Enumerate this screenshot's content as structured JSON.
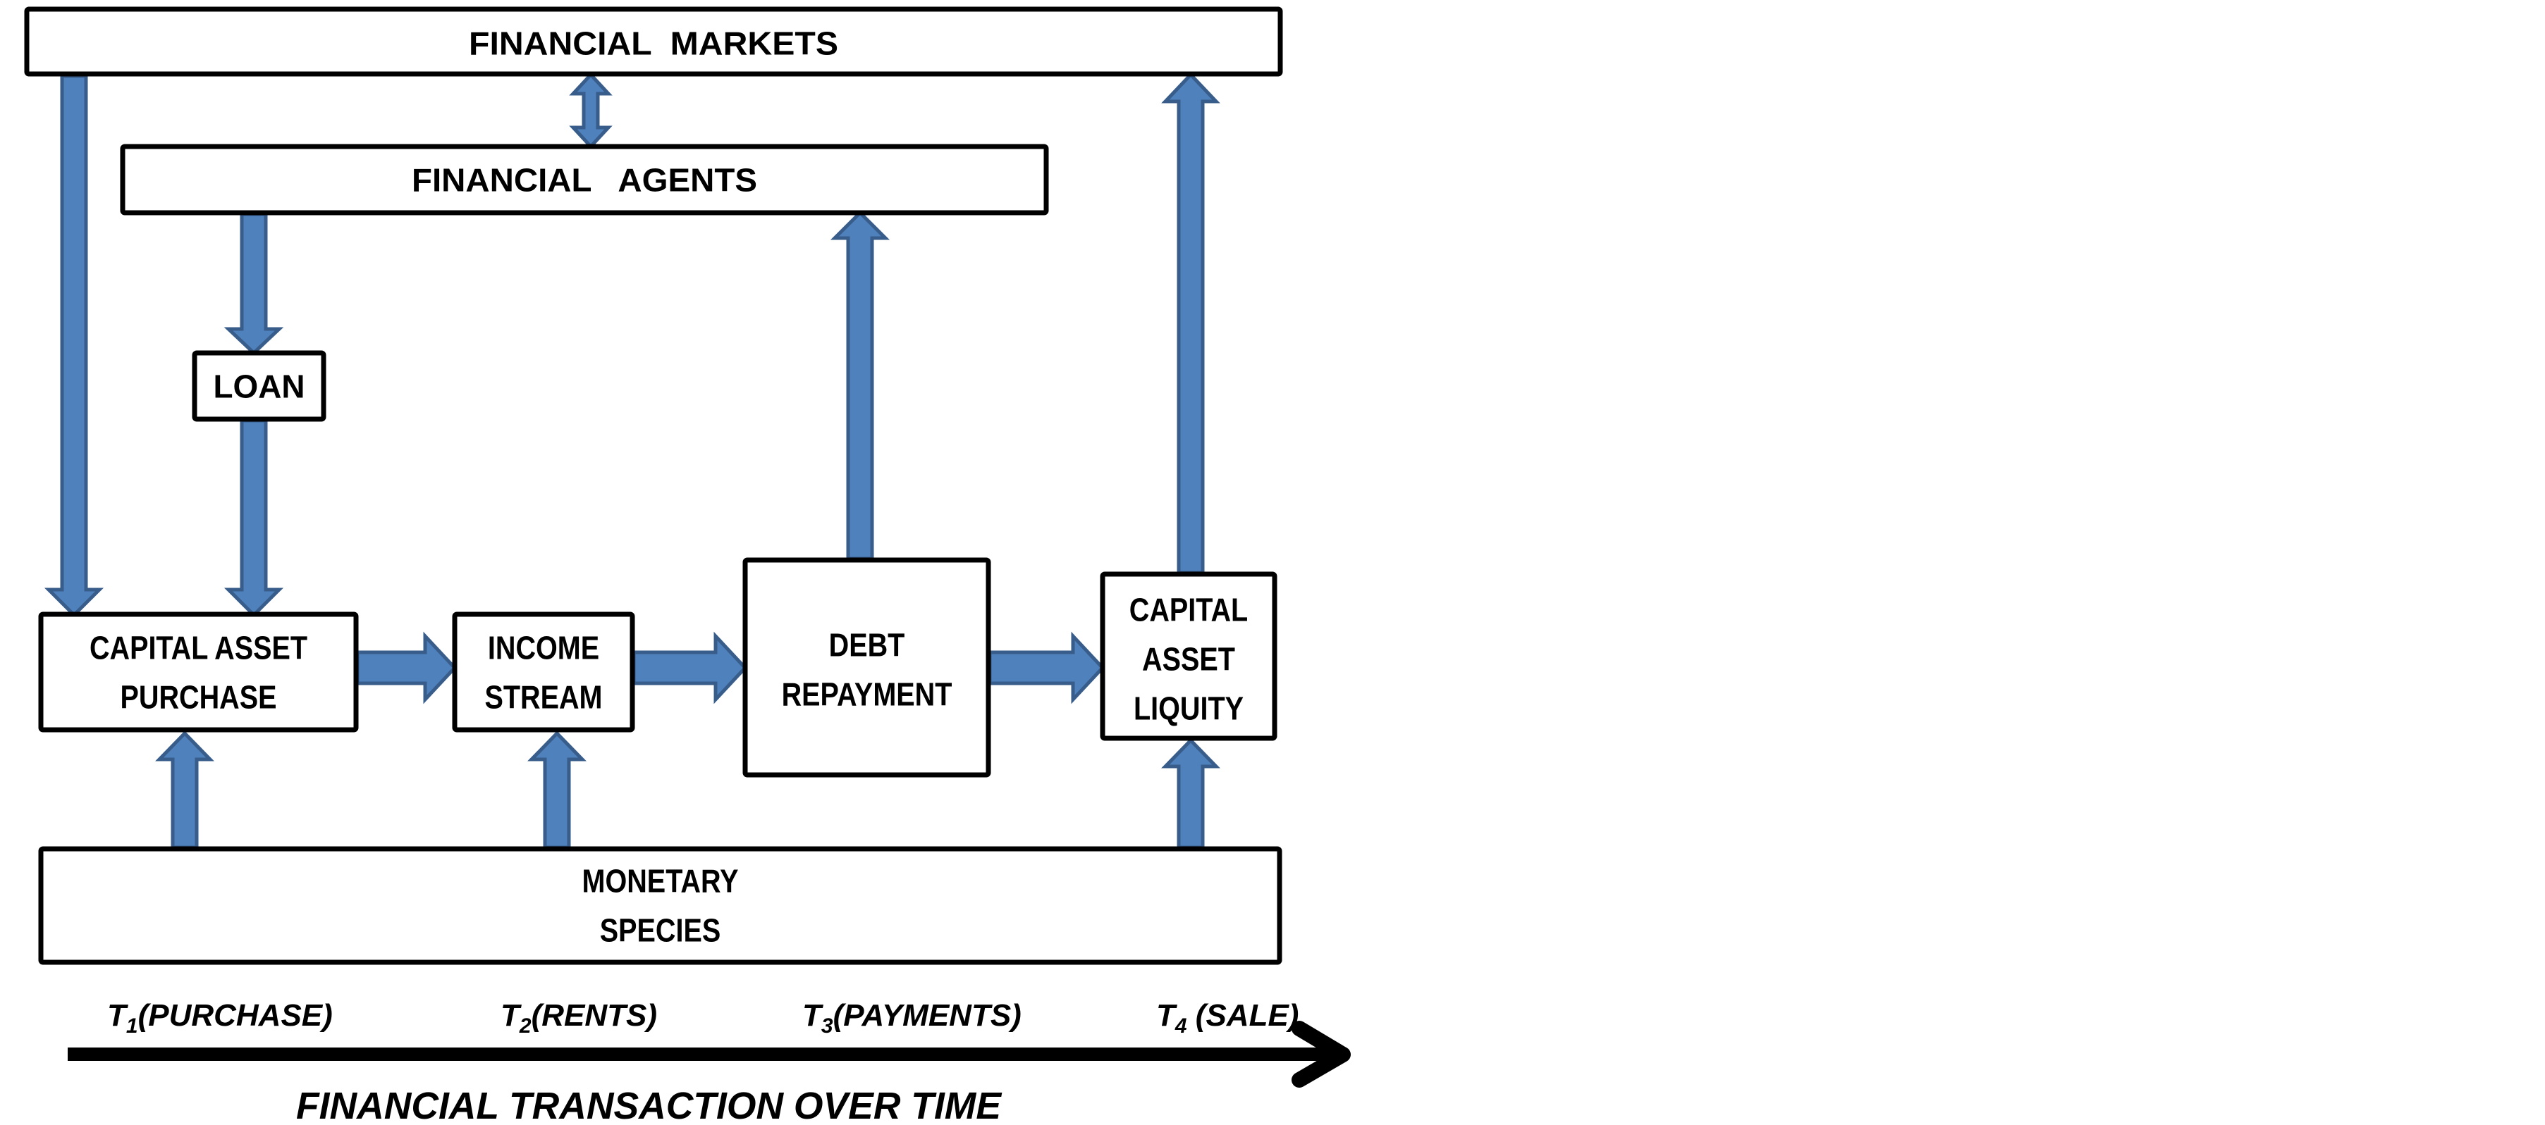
{
  "diagram": {
    "nodes": {
      "financial_markets": {
        "lines": [
          "FINANCIAL  MARKETS"
        ]
      },
      "financial_agents": {
        "lines": [
          "FINANCIAL   AGENTS"
        ]
      },
      "loan": {
        "lines": [
          "LOAN"
        ]
      },
      "capital_asset_purchase": {
        "lines": [
          "CAPITAL ASSET",
          "PURCHASE"
        ]
      },
      "income_stream": {
        "lines": [
          "INCOME",
          "STREAM"
        ]
      },
      "debt_repayment": {
        "lines": [
          "DEBT",
          "REPAYMENT"
        ]
      },
      "capital_asset_liquity": {
        "lines": [
          "CAPITAL",
          "ASSET",
          "LIQUITY"
        ]
      },
      "monetary_species": {
        "lines": [
          "MONETARY",
          "SPECIES"
        ]
      }
    },
    "edges": [
      {
        "from": "financial_markets",
        "to": "capital_asset_purchase",
        "direction": "down"
      },
      {
        "from": "financial_markets",
        "to": "financial_agents",
        "direction": "both"
      },
      {
        "from": "financial_agents",
        "to": "loan",
        "direction": "down"
      },
      {
        "from": "loan",
        "to": "capital_asset_purchase",
        "direction": "down"
      },
      {
        "from": "capital_asset_purchase",
        "to": "income_stream",
        "direction": "right"
      },
      {
        "from": "income_stream",
        "to": "debt_repayment",
        "direction": "right"
      },
      {
        "from": "debt_repayment",
        "to": "capital_asset_liquity",
        "direction": "right"
      },
      {
        "from": "debt_repayment",
        "to": "financial_agents",
        "direction": "up"
      },
      {
        "from": "capital_asset_liquity",
        "to": "financial_markets",
        "direction": "up"
      },
      {
        "from": "monetary_species",
        "to": "capital_asset_purchase",
        "direction": "up"
      },
      {
        "from": "monetary_species",
        "to": "income_stream",
        "direction": "up"
      },
      {
        "from": "monetary_species",
        "to": "capital_asset_liquity",
        "direction": "up"
      }
    ],
    "arrow_color": "#4F81BD",
    "arrow_outline_color": "#385D8A"
  },
  "timeline": {
    "points": [
      {
        "symbol": "T",
        "subscript": "1",
        "label": "(PURCHASE)"
      },
      {
        "symbol": "T",
        "subscript": "2",
        "label": "(RENTS)"
      },
      {
        "symbol": "T",
        "subscript": "3",
        "label": "(PAYMENTS)"
      },
      {
        "symbol": "T",
        "subscript": "4",
        "label": " (SALE)"
      }
    ],
    "caption": "FINANCIAL TRANSACTION OVER TIME"
  }
}
